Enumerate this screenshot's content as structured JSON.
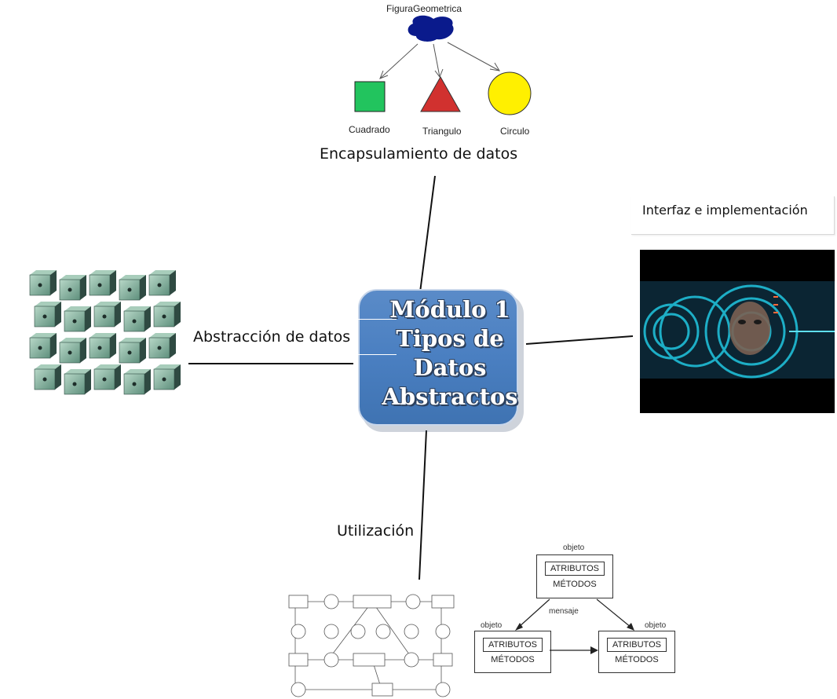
{
  "figure_diagram": {
    "root": "FiguraGeometrica",
    "children": [
      "Cuadrado",
      "Triangulo",
      "Circulo"
    ],
    "colors": {
      "root": "#0a1a8c",
      "square": "#22c45e",
      "triangle": "#d1312f",
      "circle": "#fff000"
    }
  },
  "topics": {
    "encapsulamiento": "Encapsulamiento de datos",
    "abstraccion": "Abstracción de datos",
    "utilizacion": "Utilización",
    "interfaz": "Interfaz e implementación"
  },
  "module": {
    "line1": "Módulo 1",
    "line2": "Tipos de",
    "line3": "Datos",
    "line4": "Abstractos",
    "color": "#4a7fc1"
  },
  "object_diagram": {
    "top_label": "objeto",
    "left_label": "objeto",
    "right_label": "objeto",
    "message_label": "mensaje",
    "attributes": "ATRIBUTOS",
    "methods": "MÉTODOS"
  }
}
